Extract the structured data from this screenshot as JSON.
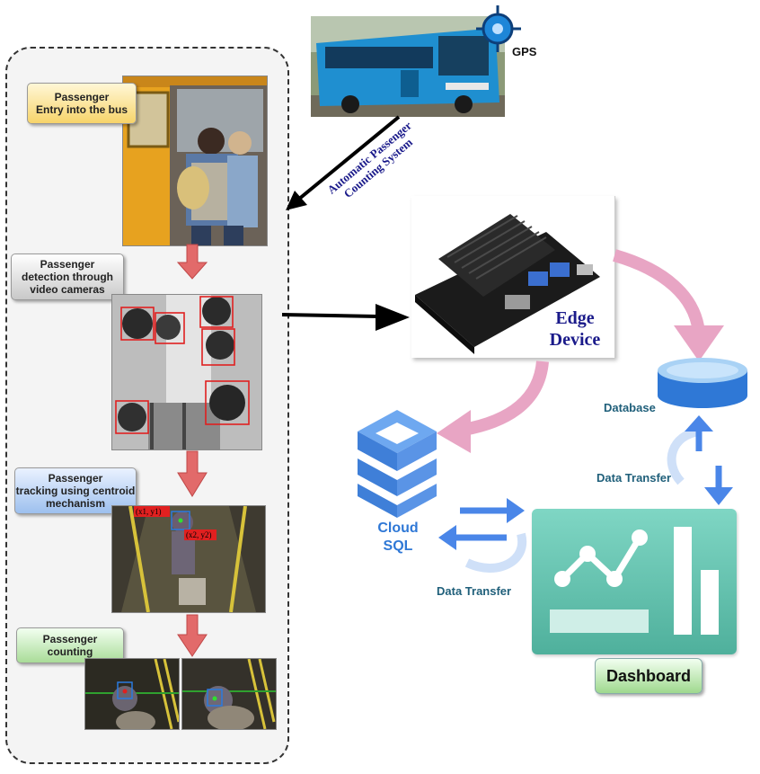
{
  "gps": {
    "label": "GPS"
  },
  "apc": {
    "line1": "Automatic Passenger",
    "line2": "Counting System"
  },
  "stages": [
    {
      "line1": "Passenger",
      "line2": "Entry into the bus"
    },
    {
      "line1": "Passenger",
      "line2": "detection through",
      "line3": "video cameras"
    },
    {
      "line1": "Passenger",
      "line2": "tracking using centroid",
      "line3": "mechanism"
    },
    {
      "line1": "Passenger",
      "line2": "counting"
    }
  ],
  "tracking_tags": {
    "a": "(x1, y1)",
    "b": "(x2, y2)"
  },
  "edge": {
    "line1": "Edge",
    "line2": "Device"
  },
  "database": {
    "label": "Database"
  },
  "cloud": {
    "line1": "Cloud",
    "line2": "SQL"
  },
  "transfer_right": {
    "label": "Data Transfer"
  },
  "transfer_left": {
    "label": "Data Transfer"
  },
  "dashboard": {
    "label": "Dashboard"
  },
  "colors": {
    "cloud_blue": "#4a86e8",
    "db_blue": "#2f78d6",
    "dashboard_teal": "#5cc1ac",
    "arrow_pink": "#e8a5c4",
    "arrow_red": "#e26a6a"
  }
}
